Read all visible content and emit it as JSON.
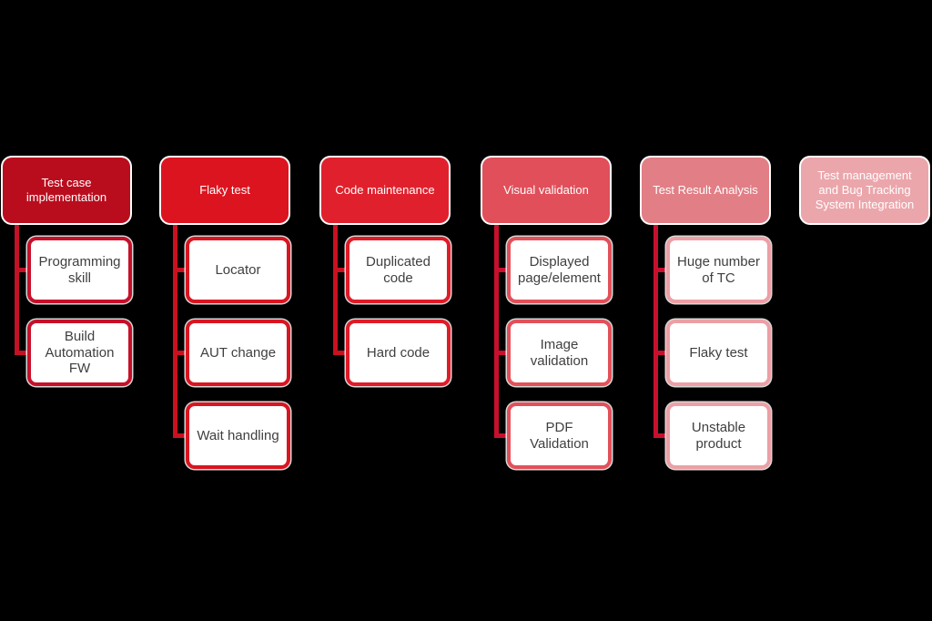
{
  "background_color": "#000000",
  "diagram": {
    "child_fill": "#ffffff",
    "child_text_color": "#3f3f3f",
    "header_text_color": "#ffffff",
    "columns": [
      {
        "id": "test-case-implementation",
        "header": {
          "label": "Test case implementation",
          "fill": "#b90d1e"
        },
        "connector_color": "#c31226",
        "child_border_color": "#c6102a",
        "children": [
          {
            "label": "Programming skill"
          },
          {
            "label": "Build Automation FW"
          }
        ]
      },
      {
        "id": "flaky-test",
        "header": {
          "label": "Flaky test",
          "fill": "#dc1420"
        },
        "connector_color": "#c9111f",
        "child_border_color": "#d91521",
        "children": [
          {
            "label": "Locator"
          },
          {
            "label": "AUT change"
          },
          {
            "label": "Wait handling"
          }
        ]
      },
      {
        "id": "code-maintenance",
        "header": {
          "label": "Code maintenance",
          "fill": "#e0212d"
        },
        "connector_color": "#c9111f",
        "child_border_color": "#e01b28",
        "children": [
          {
            "label": "Duplicated code"
          },
          {
            "label": "Hard code"
          }
        ]
      },
      {
        "id": "visual-validation",
        "header": {
          "label": "Visual validation",
          "fill": "#e04f5a"
        },
        "connector_color": "#c8102e",
        "child_border_color": "#e25059",
        "children": [
          {
            "label": "Displayed page/element"
          },
          {
            "label": "Image validation"
          },
          {
            "label": "PDF Validation"
          }
        ]
      },
      {
        "id": "test-result-analysis",
        "header": {
          "label": "Test Result Analysis",
          "fill": "#e27e85"
        },
        "connector_color": "#c8102e",
        "child_border_color": "#ec9fa5",
        "children": [
          {
            "label": "Huge number of TC"
          },
          {
            "label": "Flaky test"
          },
          {
            "label": "Unstable product"
          }
        ]
      },
      {
        "id": "test-management-bug-tracking-integration",
        "header": {
          "label": "Test management and Bug Tracking System Integration",
          "fill": "#eba6ab"
        },
        "connector_color": "#c8102e",
        "child_border_color": "#ec9fa5",
        "children": []
      }
    ]
  }
}
